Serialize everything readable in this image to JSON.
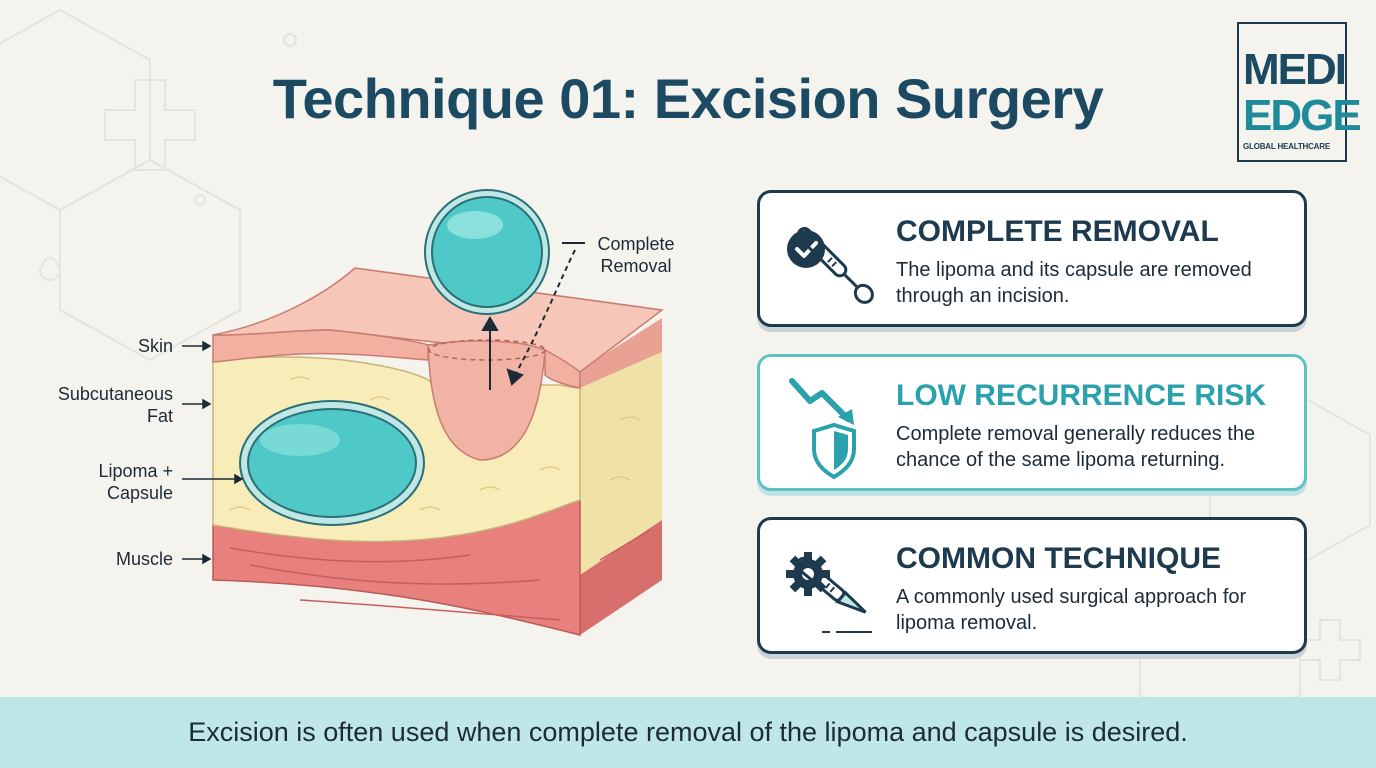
{
  "title": "Technique 01: Excision Surgery",
  "logo": {
    "line1": "MEDI",
    "line2": "EDGE",
    "tagline": "GLOBAL HEALTHCARE"
  },
  "diagram": {
    "labels": {
      "skin": "Skin",
      "fat_line1": "Subcutaneous",
      "fat_line2": "Fat",
      "lipoma_line1": "Lipoma +",
      "lipoma_line2": "Capsule",
      "muscle": "Muscle",
      "removal_line1": "Complete",
      "removal_line2": "Removal"
    }
  },
  "cards": [
    {
      "title": "COMPLETE REMOVAL",
      "text": "The lipoma and its capsule are removed through an incision.",
      "icon": "check-scalpel-icon"
    },
    {
      "title": "LOW RECURRENCE RISK",
      "text": "Complete removal generally reduces the chance of the same lipoma returning.",
      "icon": "shield-trend-down-icon"
    },
    {
      "title": "COMMON TECHNIQUE",
      "text": "A commonly used surgical approach for lipoma removal.",
      "icon": "gear-scalpel-icon"
    }
  ],
  "footer": {
    "text": "Excision is often used when complete removal of the lipoma and capsule is desired."
  },
  "colors": {
    "navy": "#1d3a4f",
    "teal": "#2aa1ad",
    "lipoma": "#4fc9c8",
    "skin": "#f2b8a8",
    "fat": "#f8ecb8",
    "muscle": "#e7807d",
    "footer_bg": "#bfe6e8"
  }
}
